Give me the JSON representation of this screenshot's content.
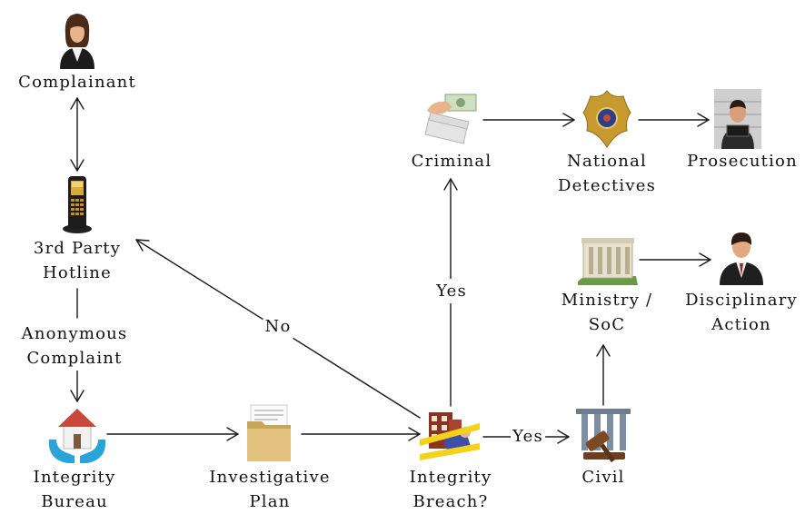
{
  "nodes": {
    "complainant": {
      "line1": "Complainant",
      "icon": "woman-person-icon"
    },
    "hotline": {
      "line1": "3rd Party",
      "line2": "Hotline",
      "icon": "mobile-phone-icon"
    },
    "anonymous": {
      "line1": "Anonymous",
      "line2": "Complaint"
    },
    "integrity_bureau": {
      "line1": "Integrity",
      "line2": "Bureau",
      "icon": "house-in-hands-icon"
    },
    "investigative_plan": {
      "line1": "Investigative",
      "line2": "Plan",
      "icon": "folder-icon"
    },
    "integrity_breach": {
      "line1": "Integrity",
      "line2": "Breach?",
      "icon": "crime-scene-icon"
    },
    "criminal": {
      "line1": "Criminal",
      "icon": "money-hand-icon"
    },
    "national_detectives": {
      "line1": "National",
      "line2": "Detectives",
      "icon": "police-badge-icon"
    },
    "prosecution": {
      "line1": "Prosecution",
      "icon": "prisoner-mugshot-icon"
    },
    "civil": {
      "line1": "Civil",
      "icon": "gavel-icon"
    },
    "ministry": {
      "line1": "Ministry /",
      "line2": "SoC",
      "icon": "government-building-icon"
    },
    "disciplinary": {
      "line1": "Disciplinary",
      "line2": "Action",
      "icon": "businessman-icon"
    }
  },
  "edges": {
    "no_label": "No",
    "yes_up_label": "Yes",
    "yes_right_label": "Yes"
  },
  "colors": {
    "line": "#1a1a1a",
    "text": "#111111"
  }
}
